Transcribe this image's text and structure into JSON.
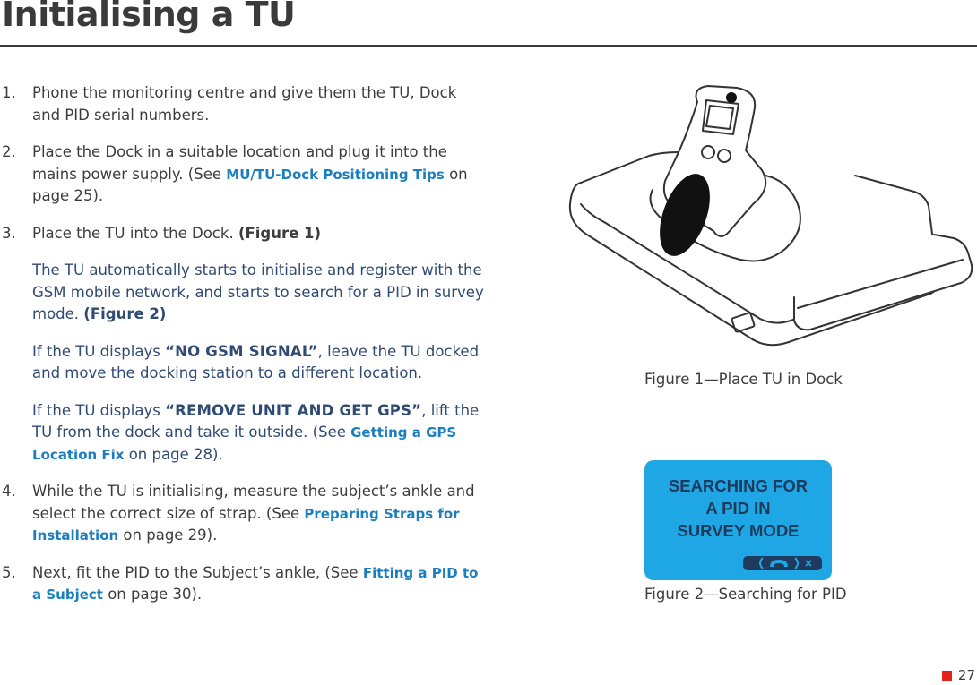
{
  "page": {
    "title": "Initialising a TU",
    "page_number": "27"
  },
  "steps": [
    {
      "num": "1.",
      "text": "Phone the monitoring centre and give them the TU, Dock and PID serial numbers."
    },
    {
      "num": "2.",
      "pre": "Place the Dock in a suitable location and plug it into the mains power supply. (See ",
      "link": "MU/TU-Dock Positioning Tips",
      "post": " on page 25)."
    },
    {
      "num": "3.",
      "pre": "Place the TU into the Dock. ",
      "ref": "(Figure 1)"
    },
    {
      "num": "4.",
      "pre": "While the TU is initialising, measure the subject’s ankle and select the correct size of strap. (See ",
      "link": "Preparing Straps for Installation",
      "post": " on page 29)."
    },
    {
      "num": "5.",
      "pre": "Next, fit the PID to the Subject’s ankle, (See ",
      "link": "Fitting a PID to a Subject",
      "post": " on page 30)."
    }
  ],
  "notes": [
    {
      "pre": "The TU automatically starts to initialise and register with the GSM mobile network, and starts to search for a PID in survey mode. ",
      "ref": "(Figure 2)"
    },
    {
      "pre": "If the TU displays ",
      "msg": "“NO GSM SIGNAL”",
      "post": ", leave the TU docked and move the docking station to a different location."
    },
    {
      "pre": "If the TU displays ",
      "msg": "“REMOVE UNIT AND GET GPS”",
      "mid": ", lift the TU from the dock and take it outside. (See ",
      "link": "Getting a GPS Location Fix",
      "post": " on page 28)."
    }
  ],
  "figures": {
    "fig1_caption": "Figure 1—Place TU in Dock",
    "fig2_caption": "Figure 2—Searching for PID",
    "lcd_lines": [
      "SEARCHING FOR",
      "A PID IN",
      "SURVEY MODE"
    ],
    "lcd_icons": [
      "phone-icon",
      "close-icon"
    ]
  },
  "colors": {
    "link": "#1b7fbf",
    "note_text": "#2f4a73",
    "lcd_background": "#1ea7e4",
    "page_marker": "#e2231a"
  }
}
